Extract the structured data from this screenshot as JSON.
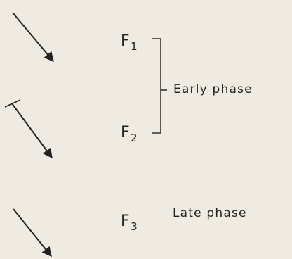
{
  "factors": [
    {
      "letter": "F",
      "subscript": "1"
    },
    {
      "letter": "F",
      "subscript": "2"
    },
    {
      "letter": "F",
      "subscript": "3"
    }
  ],
  "phases": {
    "early": "Early phase",
    "late": "Late phase"
  },
  "colors": {
    "background": "#efebe3",
    "ink": "#222222"
  }
}
